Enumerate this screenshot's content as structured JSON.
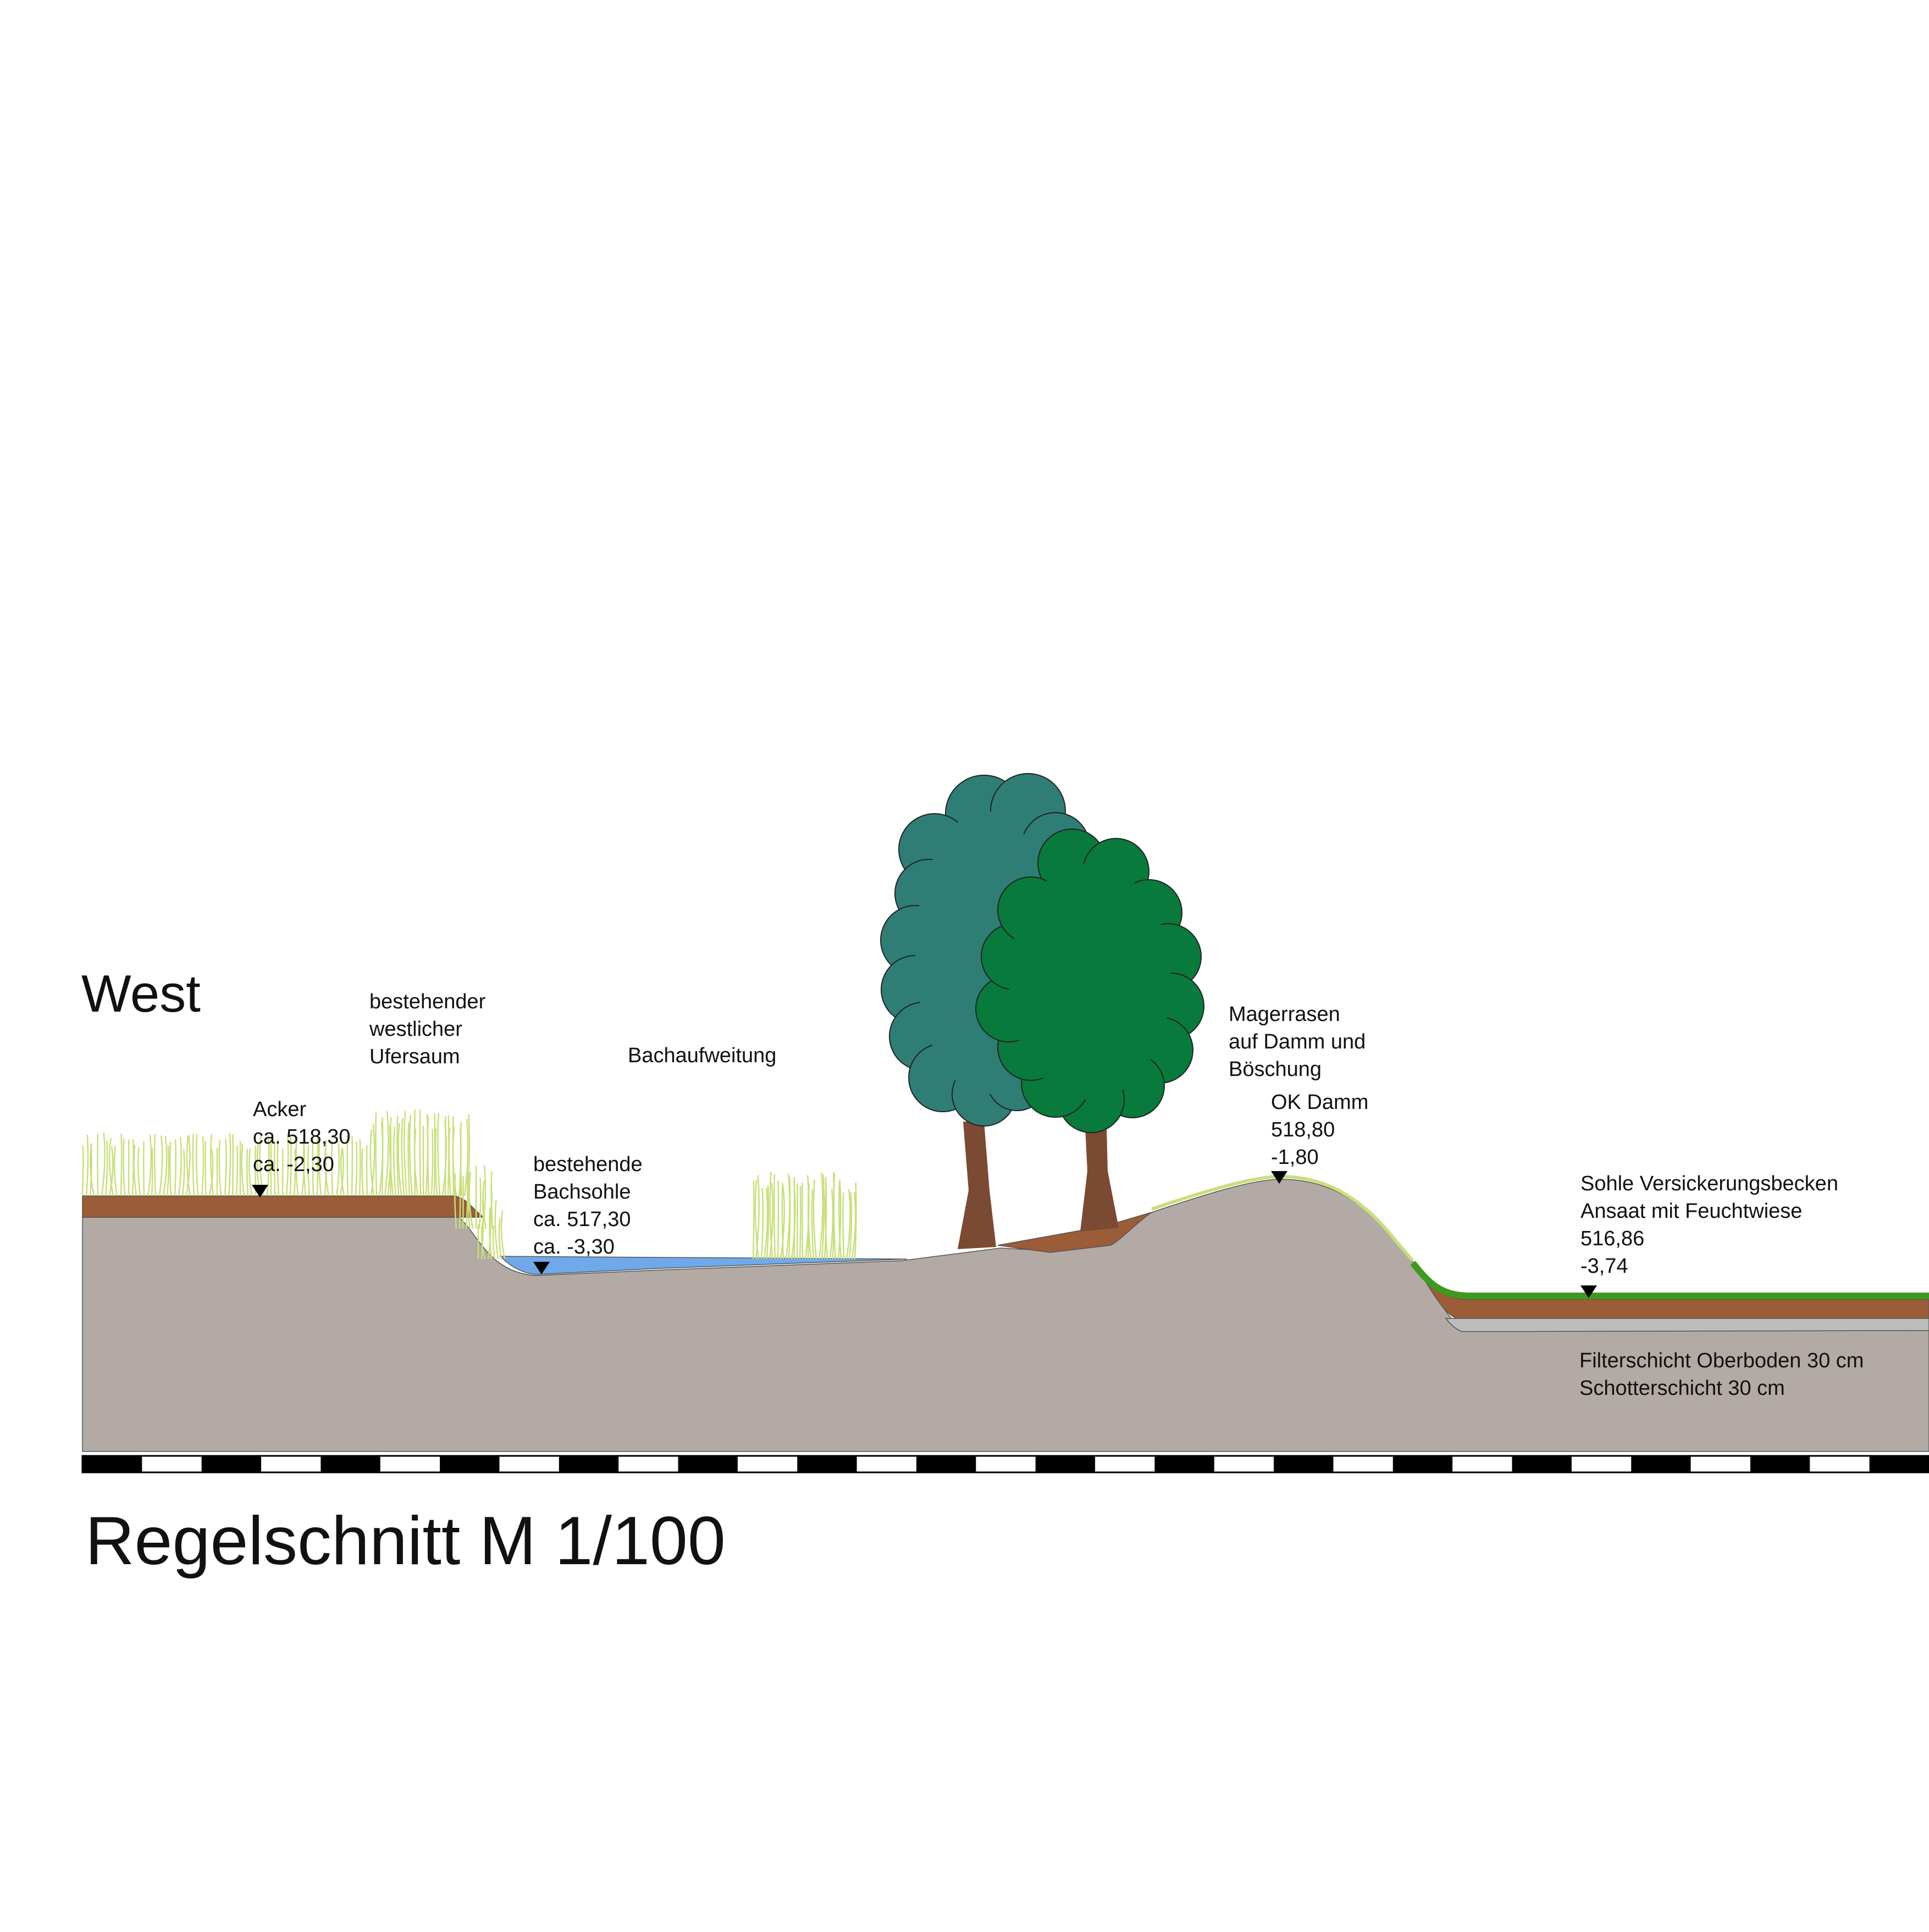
{
  "title": "Regelschnitt M 1/100",
  "direction_label": "West",
  "labels": {
    "ufersaum": [
      "bestehender",
      "westlicher",
      "Ufersaum"
    ],
    "bachaufweitung": "Bachaufweitung",
    "acker": [
      "Acker",
      "ca. 518,30",
      "ca. -2,30"
    ],
    "bachsohle": [
      "bestehende",
      "Bachsohle",
      "ca. 517,30",
      "ca. -3,30"
    ],
    "magerrasen": [
      "Magerrasen",
      "auf Damm und",
      "Böschung"
    ],
    "ok_damm": [
      "OK Damm",
      "518,80",
      "-1,80"
    ],
    "sohle": [
      "Sohle Versickerungsbecken",
      "Ansaat mit Feuchtwiese",
      "516,86",
      "-3,74"
    ],
    "schichten": [
      "Filterschicht Oberboden 30 cm",
      "Schotterschicht 30 cm"
    ]
  },
  "colors": {
    "ground": "#b3aaa5",
    "topsoil": "#9b5c38",
    "water": "#6fa9ec",
    "grass_light": "#c9df7a",
    "wet_meadow": "#3e9a1e",
    "gravel": "#bdbdbd",
    "tree_back": "#2e7e76",
    "tree_front": "#087a3b",
    "trunk": "#7a4a32"
  },
  "scale_bar": {
    "segments": 31
  }
}
